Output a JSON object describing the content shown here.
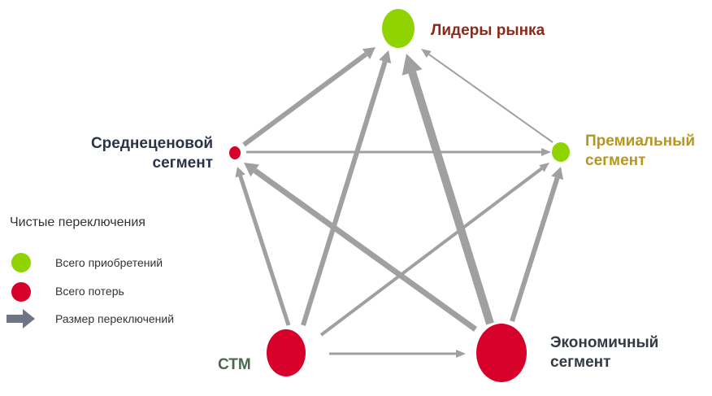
{
  "nodes": {
    "leaders": {
      "label": "Лидеры рынка",
      "type": "gain"
    },
    "mid": {
      "label_line1": "Среднеценовой",
      "label_line2": "сегмент",
      "type": "loss"
    },
    "premium": {
      "label_line1": "Премиальный",
      "label_line2": "сегмент",
      "type": "gain"
    },
    "stm": {
      "label": "СТМ",
      "type": "loss"
    },
    "econ": {
      "label_line1": "Экономичный",
      "label_line2": "сегмент",
      "type": "loss"
    }
  },
  "edges": [
    {
      "from": "mid",
      "to": "leaders",
      "weight": 6
    },
    {
      "from": "stm",
      "to": "leaders",
      "weight": 6
    },
    {
      "from": "econ",
      "to": "leaders",
      "weight": 10
    },
    {
      "from": "premium",
      "to": "leaders",
      "weight": 2
    },
    {
      "from": "mid",
      "to": "premium",
      "weight": 3
    },
    {
      "from": "stm",
      "to": "mid",
      "weight": 5
    },
    {
      "from": "econ",
      "to": "mid",
      "weight": 7
    },
    {
      "from": "stm",
      "to": "premium",
      "weight": 4
    },
    {
      "from": "econ",
      "to": "premium",
      "weight": 6
    },
    {
      "from": "stm",
      "to": "econ",
      "weight": 3
    }
  ],
  "legend": {
    "title": "Чистые переключения",
    "gain": "Всего приобретений",
    "loss": "Всего потерь",
    "size": "Размер переключений"
  },
  "colors": {
    "gain": "#8fd400",
    "loss": "#d6002a",
    "arrow": "#a0a0a0",
    "legend_arrow": "#6f7585"
  }
}
